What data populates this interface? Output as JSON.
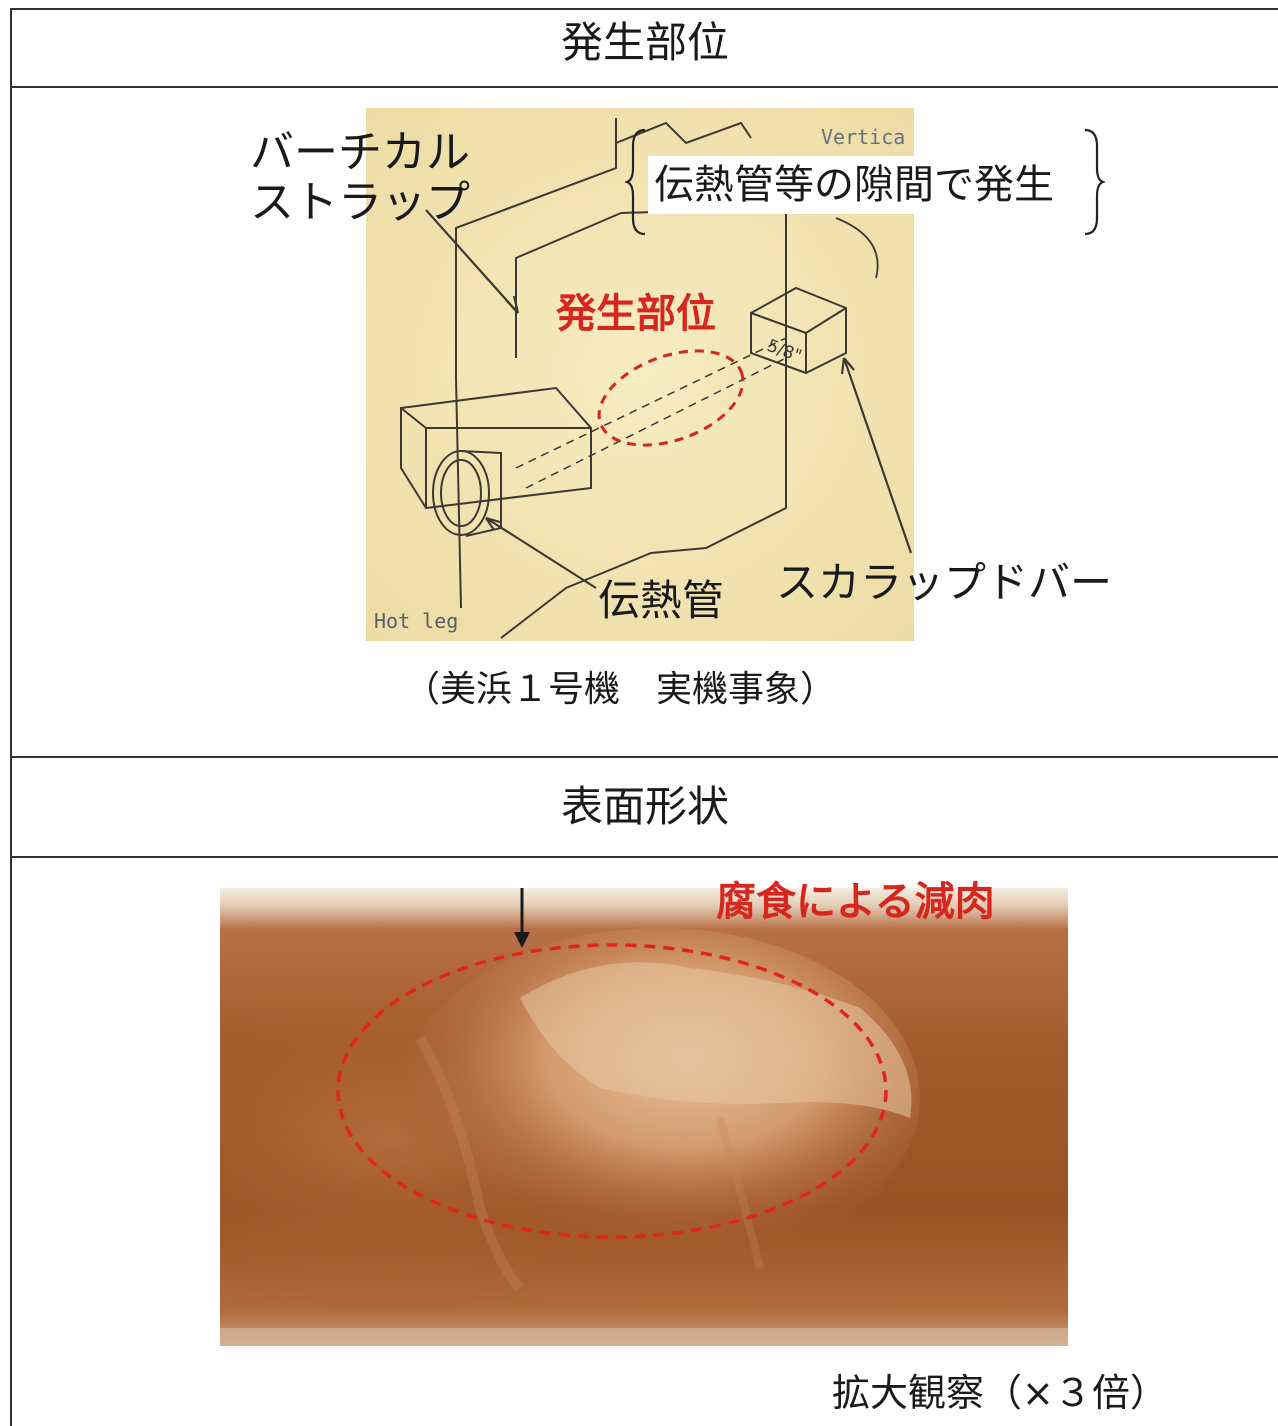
{
  "sections": {
    "location_header": "発生部位",
    "surface_header": "表面形状"
  },
  "diagram": {
    "label_vertical_strap_line1": "バーチカル",
    "label_vertical_strap_line2": "ストラップ",
    "label_gap": "伝熱管等の隙間で発生",
    "label_location": "発生部位",
    "label_tube": "伝熱管",
    "label_scalloped_bar": "スカラップドバー",
    "drawing_text_vertical": "Vertica",
    "drawing_text_hotleg": "Hot leg",
    "drawing_text_fraction": "5/8\"",
    "caption": "（美浜１号機　実機事象）"
  },
  "photo": {
    "label_corrosion": "腐食による減肉",
    "caption": "拡大観察（×３倍）"
  },
  "colors": {
    "accent_red": "#d7261e",
    "paper_yellow": "#f4e7b6",
    "copper": "#a85e2e"
  }
}
